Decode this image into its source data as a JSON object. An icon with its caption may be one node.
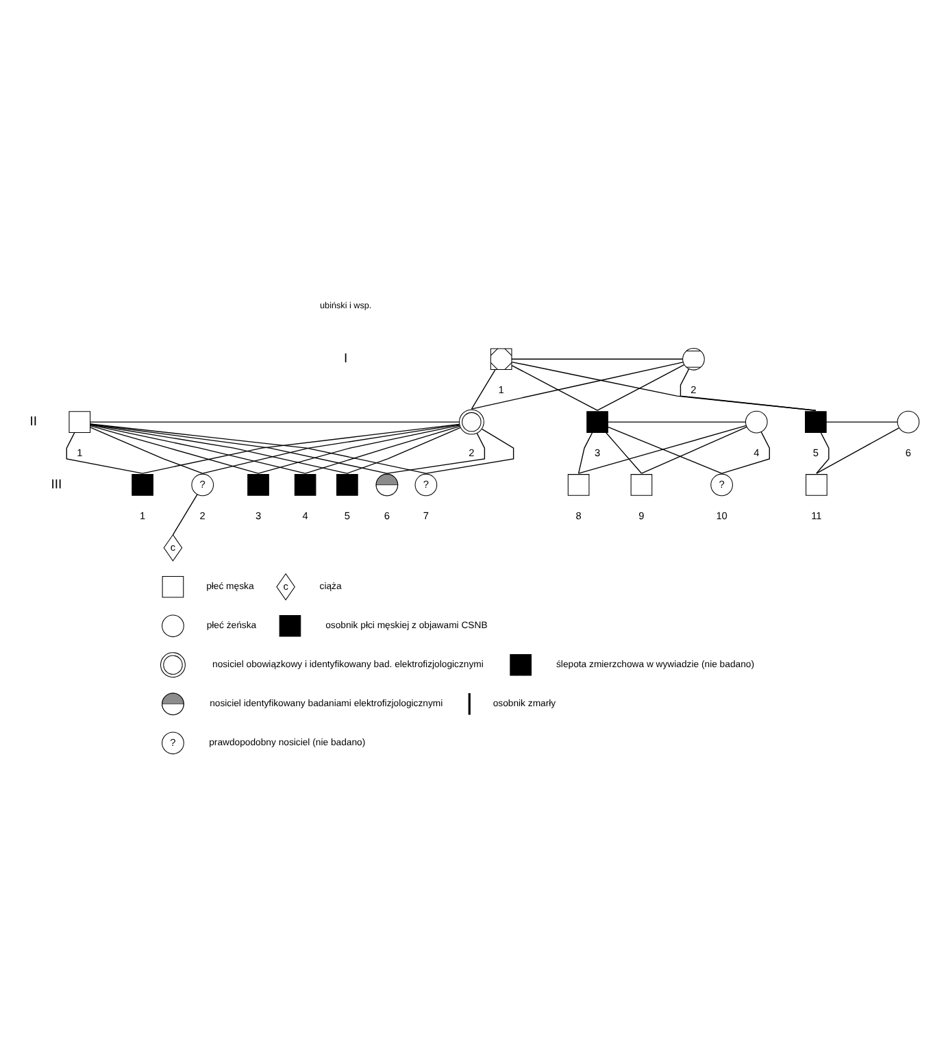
{
  "diagram": {
    "nodes": [
      {
        "text": [],
        "shape": "box",
        "beside": [
          "1"
        ]
      },
      {
        "text": [],
        "shape": "circle",
        "beside": [
          "2"
        ]
      },
      {
        "text": [],
        "shape": "box",
        "beside": [
          "1"
        ]
      },
      {
        "text": [],
        "shape": "circle",
        "beside": [
          "2"
        ]
      },
      {
        "text": [],
        "shape": "box",
        "beside": [
          "3"
        ]
      },
      {
        "text": [],
        "shape": "circle",
        "beside": [
          "4"
        ]
      },
      {
        "text": [],
        "shape": "box",
        "beside": [
          "5"
        ]
      },
      {
        "text": [],
        "shape": "circle",
        "beside": [
          "6"
        ]
      },
      {
        "text": [],
        "shape": "box",
        "beside": [
          "1"
        ]
      },
      {
        "text": [
          "?"
        ],
        "beside": [
          "2"
        ]
      },
      {
        "text": [],
        "shape": "box",
        "beside": [
          "3"
        ]
      },
      {
        "text": [],
        "shape": "box",
        "beside": [
          "4"
        ]
      },
      {
        "text": [],
        "shape": "box",
        "beside": [
          "5"
        ]
      },
      {
        "text": [],
        "shape": "circle",
        "beside": [
          "6"
        ]
      },
      {
        "text": [
          "?"
        ],
        "beside": [
          "7"
        ]
      },
      {
        "text": [],
        "shape": "box",
        "beside": [
          "8"
        ]
      },
      {
        "text": [],
        "shape": "box",
        "beside": [
          "9"
        ]
      },
      {
        "text": [
          "?"
        ],
        "beside": [
          "10"
        ]
      },
      {
        "text": [],
        "shape": "box",
        "beside": [
          "11"
        ]
      },
      {
        "text": [
          "c"
        ]
      },
      {
        "text": [],
        "shape": "box"
      },
      {
        "text": [],
        "shape": "circle"
      },
      {
        "text": [],
        "shape": "circle"
      },
      {
        "text": [],
        "shape": "circle"
      },
      {
        "text": [
          "?"
        ]
      },
      {
        "text": [
          "c"
        ]
      },
      {
        "text": [],
        "shape": "box"
      },
      {
        "text": [],
        "shape": "box"
      },
      {
        "text": [],
        "shape": "line"
      }
    ],
    "edges": [
      {
        "from": 0,
        "to": 1,
        "arrow": "none"
      },
      {
        "from": 0,
        "to": 3,
        "arrow": "none"
      },
      {
        "from": 1,
        "to": 3,
        "arrow": "none"
      },
      {
        "from": 0,
        "to": 4,
        "arrow": "none"
      },
      {
        "from": 1,
        "to": 4,
        "arrow": "none"
      },
      {
        "from": 0,
        "to": 6,
        "arrow": "none"
      },
      {
        "from": 1,
        "to": 6,
        "arrow": "none"
      },
      {
        "from": 2,
        "to": 3,
        "arrow": "none"
      },
      {
        "from": 4,
        "to": 5,
        "arrow": "none"
      },
      {
        "from": 6,
        "to": 7,
        "arrow": "none"
      },
      {
        "from": 2,
        "to": 8,
        "arrow": "none"
      },
      {
        "from": 3,
        "to": 8,
        "arrow": "none"
      },
      {
        "from": 2,
        "to": 9,
        "arrow": "none"
      },
      {
        "from": 3,
        "to": 9,
        "arrow": "none"
      },
      {
        "from": 2,
        "to": 10,
        "arrow": "none"
      },
      {
        "from": 3,
        "to": 10,
        "arrow": "none"
      },
      {
        "from": 2,
        "to": 11,
        "arrow": "none"
      },
      {
        "from": 3,
        "to": 11,
        "arrow": "none"
      },
      {
        "from": 2,
        "to": 12,
        "arrow": "none"
      },
      {
        "from": 3,
        "to": 12,
        "arrow": "none"
      },
      {
        "from": 2,
        "to": 13,
        "arrow": "none"
      },
      {
        "from": 3,
        "to": 13,
        "arrow": "none"
      },
      {
        "from": 2,
        "to": 14,
        "arrow": "none"
      },
      {
        "from": 3,
        "to": 14,
        "arrow": "none"
      },
      {
        "from": 4,
        "to": 15,
        "arrow": "none"
      },
      {
        "from": 5,
        "to": 15,
        "arrow": "none"
      },
      {
        "from": 4,
        "to": 16,
        "arrow": "none"
      },
      {
        "from": 5,
        "to": 16,
        "arrow": "none"
      },
      {
        "from": 4,
        "to": 17,
        "arrow": "none"
      },
      {
        "from": 5,
        "to": 17,
        "arrow": "none"
      },
      {
        "from": 6,
        "to": 18,
        "arrow": "none"
      },
      {
        "from": 7,
        "to": 18,
        "arrow": "none"
      },
      {
        "from": 9,
        "to": 19,
        "arrow": "none"
      }
    ],
    "labels": [
      "ubiński i wsp.",
      "I",
      "II",
      "III"
    ],
    "legend": [
      {
        "text": "płeć męska"
      },
      {
        "text": "płeć żeńska"
      },
      {
        "text": "nosiciel obowiązkowy i identyfikowany bad. elektrofizjologicznymi"
      },
      {
        "text": "nosiciel identyfikowany badaniami elektrofizjologicznymi"
      },
      {
        "text": "prawdopodobny nosiciel (nie badano)"
      },
      {
        "text": "ciąża"
      },
      {
        "text": "osobnik płci męskiej z objawami CSNB"
      },
      {
        "text": "ślepota zmierzchowa w wywiadzie (nie badano)"
      },
      {
        "text": "osobnik zmarły"
      }
    ]
  }
}
